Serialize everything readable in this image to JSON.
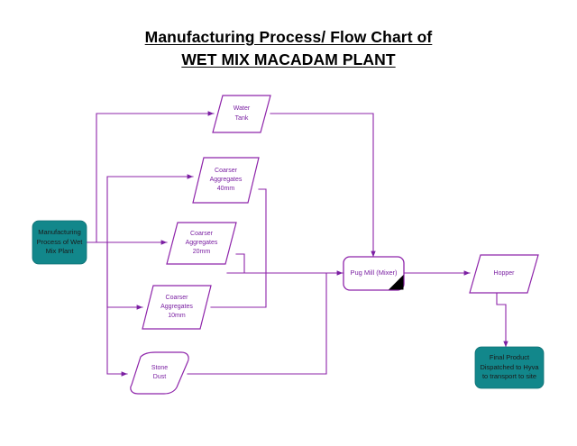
{
  "title": {
    "line1": "Manufacturing Process/ Flow Chart of",
    "line2": "WET MIX MACADAM PLANT"
  },
  "colors": {
    "stroke": "#8e24aa",
    "stroke_dark": "#6a1b9a",
    "teal_fill": "#12878b",
    "teal_text": "#14262b",
    "label_purple": "#7a1fa2",
    "black": "#000000",
    "background": "#ffffff"
  },
  "nodes": {
    "source": {
      "label": "Manufacturing Process of Wet Mix Plant",
      "lines": [
        "Manufacturing",
        "Process of Wet",
        "Mix Plant"
      ],
      "shape": "rounded-rectangle",
      "fill": "#12878b"
    },
    "water_tank": {
      "label": "Water Tank",
      "lines": [
        "Water",
        "Tank"
      ],
      "shape": "parallelogram"
    },
    "agg40": {
      "label": "Coarser Aggregates 40mm",
      "lines": [
        "Coarser",
        "Aggregates",
        "40mm"
      ],
      "shape": "parallelogram"
    },
    "agg20": {
      "label": "Coarser Aggregates 20mm",
      "lines": [
        "Coarser",
        "Aggregates",
        "20mm"
      ],
      "shape": "parallelogram"
    },
    "agg10": {
      "label": "Coarser Aggregates 10mm",
      "lines": [
        "Coarser",
        "Aggregates",
        "10mm"
      ],
      "shape": "parallelogram"
    },
    "stone_dust": {
      "label": "Stone Dust",
      "lines": [
        "Stone",
        "Dust"
      ],
      "shape": "rounded-parallelogram"
    },
    "pug_mill": {
      "label": "Pug Mill (Mixer)",
      "lines": [
        "Pug Mill (Mixer)"
      ],
      "shape": "rounded-rectangle-with-corner-triangle"
    },
    "hopper": {
      "label": "Hopper",
      "lines": [
        "Hopper"
      ],
      "shape": "parallelogram"
    },
    "final_product": {
      "label": "Final Product Dispatched to Hyva to transport to site",
      "lines": [
        "Final Product",
        "Dispatched to Hyva",
        "to transport to site"
      ],
      "shape": "rounded-rectangle",
      "fill": "#12878b"
    }
  },
  "connections": [
    {
      "from": "source",
      "to": "water_tank"
    },
    {
      "from": "source",
      "to": "agg40"
    },
    {
      "from": "source",
      "to": "agg20"
    },
    {
      "from": "source",
      "to": "agg10"
    },
    {
      "from": "source",
      "to": "stone_dust"
    },
    {
      "from": "water_tank",
      "to": "pug_mill"
    },
    {
      "from": "agg40",
      "to": "pug_mill"
    },
    {
      "from": "agg20",
      "to": "pug_mill"
    },
    {
      "from": "agg10",
      "to": "pug_mill"
    },
    {
      "from": "stone_dust",
      "to": "pug_mill"
    },
    {
      "from": "pug_mill",
      "to": "hopper"
    },
    {
      "from": "hopper",
      "to": "final_product"
    }
  ]
}
